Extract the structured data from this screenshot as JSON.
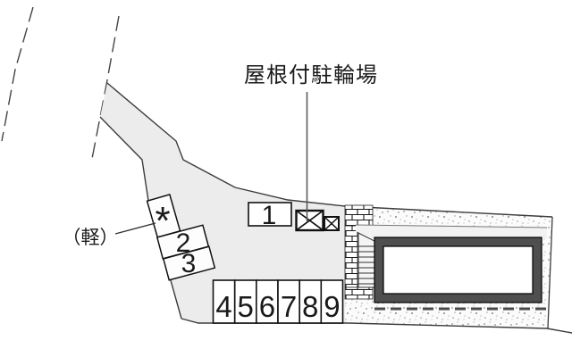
{
  "labels": {
    "bicycle_parking": "屋根付駐輪場",
    "kei_car": "（軽）"
  },
  "parking_spaces": {
    "space_1": "1",
    "kei_space_mark": "*",
    "space_2": "2",
    "space_3": "3",
    "bottom_row": [
      "4",
      "5",
      "6",
      "7",
      "8",
      "9"
    ]
  },
  "colors": {
    "lot_fill": "#ececec",
    "boundary_line": "#3c3c3c",
    "building_border": "#4f4f4f",
    "light_band": "#f2f2f2",
    "text": "#1a1a1a"
  }
}
